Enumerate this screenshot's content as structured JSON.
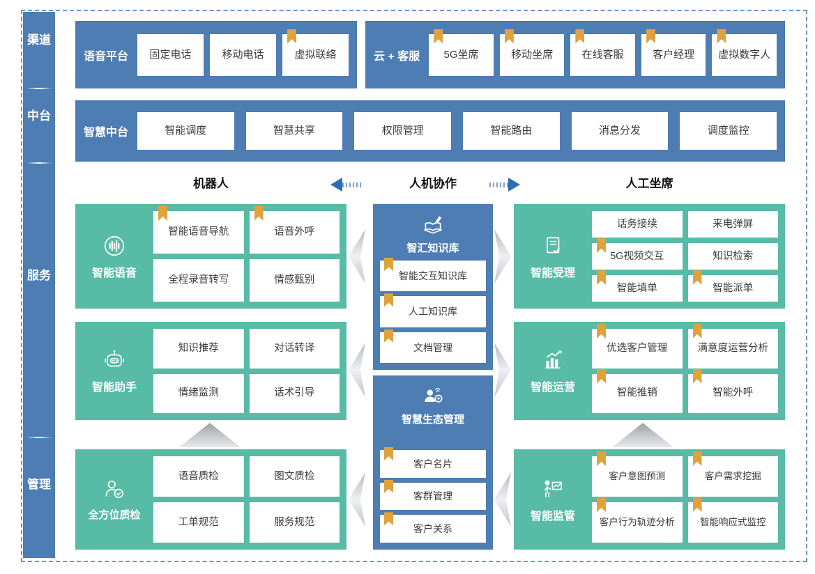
{
  "colors": {
    "band_blue": "#4d7db3",
    "block_teal": "#57bba6",
    "bookmark_gold": "#dfa33e",
    "arrow_blue": "#2e6db4",
    "chevron_silver": "#c9ccd3"
  },
  "sidebar": {
    "sections": [
      {
        "label": "渠道"
      },
      {
        "label": "中台"
      },
      {
        "label": "服务"
      },
      {
        "label": "管理"
      }
    ]
  },
  "channels": {
    "voice_platform": {
      "label": "语音平台",
      "items": [
        {
          "text": "固定电话",
          "bookmark": false
        },
        {
          "text": "移动电话",
          "bookmark": false
        },
        {
          "text": "虚拟联络",
          "bookmark": true
        }
      ]
    },
    "cloud_service": {
      "label": "云 + 客服",
      "items": [
        {
          "text": "5G坐席",
          "bookmark": true
        },
        {
          "text": "移动坐席",
          "bookmark": true
        },
        {
          "text": "在线客服",
          "bookmark": true
        },
        {
          "text": "客户经理",
          "bookmark": true
        },
        {
          "text": "虚拟数字人",
          "bookmark": true
        }
      ]
    }
  },
  "platform": {
    "label": "智慧中台",
    "items": [
      {
        "text": "智能调度",
        "bookmark": false
      },
      {
        "text": "智慧共享",
        "bookmark": false
      },
      {
        "text": "权限管理",
        "bookmark": false
      },
      {
        "text": "智能路由",
        "bookmark": false
      },
      {
        "text": "消息分发",
        "bookmark": false
      },
      {
        "text": "调度监控",
        "bookmark": false
      }
    ]
  },
  "collab_header": {
    "left": "机器人",
    "center": "人机协作",
    "right": "人工坐席"
  },
  "left_column": {
    "voice": {
      "title": "智能语音",
      "icon": "voice-icon",
      "items": [
        {
          "text": "智能语音导航",
          "bookmark": true
        },
        {
          "text": "语音外呼",
          "bookmark": true
        },
        {
          "text": "全程录音转写",
          "bookmark": false
        },
        {
          "text": "情感甄别",
          "bookmark": false
        }
      ]
    },
    "assistant": {
      "title": "智能助手",
      "icon": "robot-icon",
      "items": [
        {
          "text": "知识推荐",
          "bookmark": false
        },
        {
          "text": "对话转译",
          "bookmark": false
        },
        {
          "text": "情绪监测",
          "bookmark": false
        },
        {
          "text": "话术引导",
          "bookmark": false
        }
      ]
    },
    "quality": {
      "title": "全方位质检",
      "icon": "quality-inspector-icon",
      "items": [
        {
          "text": "语音质检",
          "bookmark": false
        },
        {
          "text": "图文质检",
          "bookmark": false
        },
        {
          "text": "工单规范",
          "bookmark": false
        },
        {
          "text": "服务规范",
          "bookmark": false
        }
      ]
    }
  },
  "middle_column": {
    "knowledge": {
      "title": "智汇知识库",
      "icon": "knowledge-base-icon",
      "items": [
        {
          "text": "智能交互知识库",
          "bookmark": true
        },
        {
          "text": "人工知识库",
          "bookmark": true
        },
        {
          "text": "文档管理",
          "bookmark": true
        }
      ]
    },
    "ecosystem": {
      "title": "智慧生态管理",
      "icon": "ecosystem-icon",
      "items": [
        {
          "text": "客户名片",
          "bookmark": true
        },
        {
          "text": "客群管理",
          "bookmark": true
        },
        {
          "text": "客户关系",
          "bookmark": true
        }
      ]
    }
  },
  "right_column": {
    "acceptance": {
      "title": "智能受理",
      "icon": "intake-check-icon",
      "items": [
        {
          "text": "话务接续",
          "bookmark": false
        },
        {
          "text": "来电弹屏",
          "bookmark": false
        },
        {
          "text": "5G视频交互",
          "bookmark": true
        },
        {
          "text": "知识检索",
          "bookmark": false
        },
        {
          "text": "智能填单",
          "bookmark": true
        },
        {
          "text": "智能派单",
          "bookmark": true
        }
      ]
    },
    "operation": {
      "title": "智能运营",
      "icon": "operation-chart-icon",
      "items": [
        {
          "text": "优选客户管理",
          "bookmark": true
        },
        {
          "text": "满意度运营分析",
          "bookmark": true
        },
        {
          "text": "智能推销",
          "bookmark": true
        },
        {
          "text": "智能外呼",
          "bookmark": true
        }
      ]
    },
    "supervision": {
      "title": "智能监管",
      "icon": "supervision-icon",
      "items": [
        {
          "text": "客户意图预测",
          "bookmark": true
        },
        {
          "text": "客户需求挖掘",
          "bookmark": true
        },
        {
          "text": "客户行为轨迹分析",
          "bookmark": true
        },
        {
          "text": "智能响应式监控",
          "bookmark": true
        }
      ]
    }
  }
}
